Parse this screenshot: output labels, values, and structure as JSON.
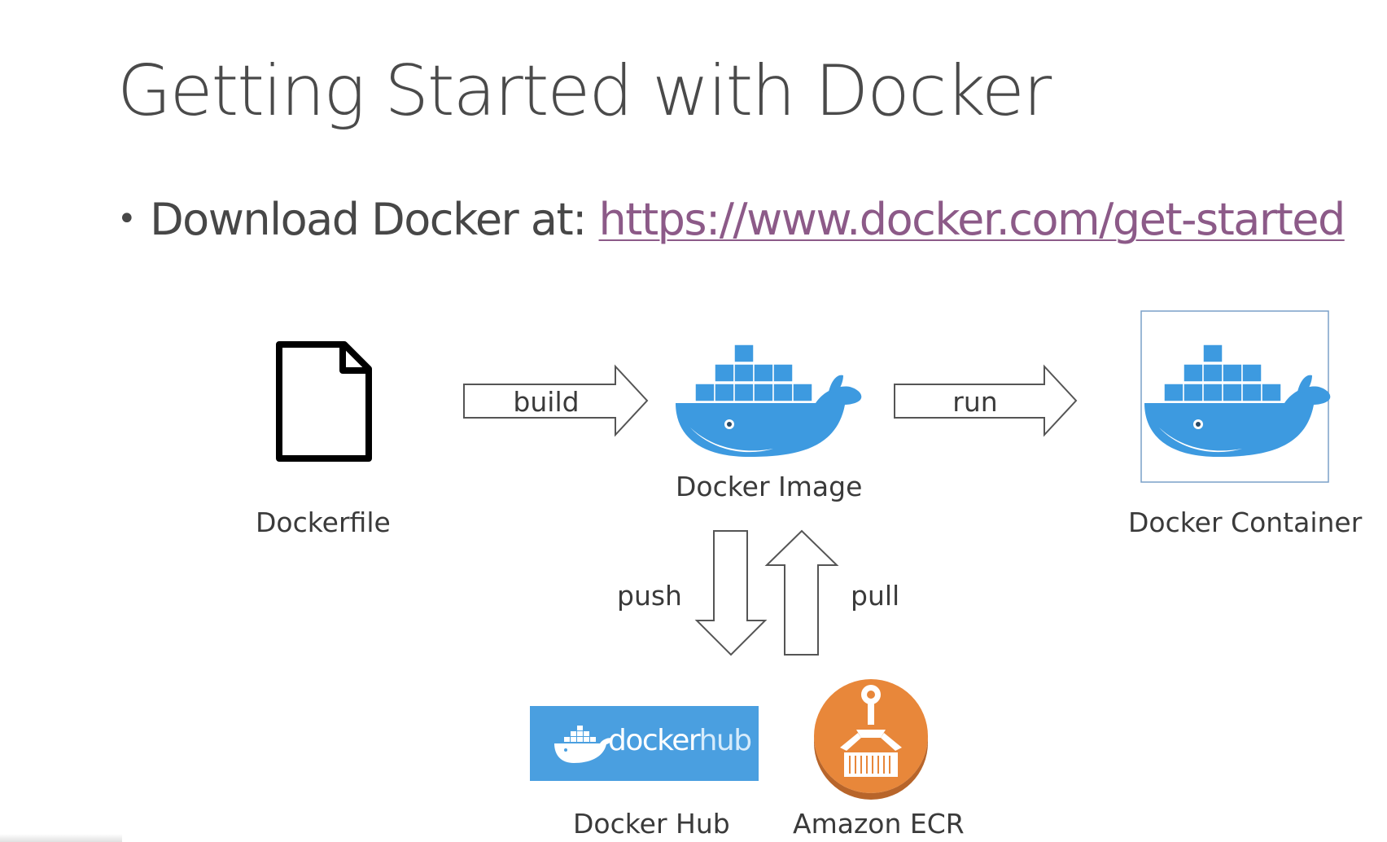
{
  "slide": {
    "title": "Getting Started with Docker",
    "bullet": {
      "text": "Download Docker at: ",
      "link": "https://www.docker.com/get-started"
    }
  },
  "diagram": {
    "nodes": {
      "dockerfile": {
        "label": "Dockerfile",
        "icon": "document-icon"
      },
      "image": {
        "label": "Docker Image",
        "icon": "docker-whale-icon"
      },
      "container": {
        "label": "Docker Container",
        "icon": "docker-whale-icon"
      },
      "hub": {
        "label": "Docker Hub",
        "logo_text_a": "docker",
        "logo_text_b": "hub",
        "icon": "docker-hub-logo"
      },
      "ecr": {
        "label": "Amazon ECR",
        "icon": "amazon-ecr-icon"
      }
    },
    "edges": {
      "build": "build",
      "run": "run",
      "push": "push",
      "pull": "pull"
    }
  },
  "colors": {
    "whale_blue": "#3d9ae0",
    "docker_hub_blue": "#4a9fe0",
    "ecr_orange": "#e8873a",
    "link_purple": "#8c5a88"
  }
}
